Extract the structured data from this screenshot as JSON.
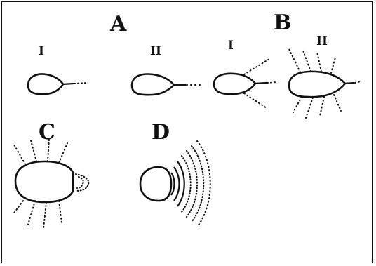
{
  "panels": [
    {
      "id": "A",
      "label": "A",
      "sublabels": [
        "I",
        "II"
      ]
    },
    {
      "id": "B",
      "label": "B",
      "sublabels": [
        "I",
        "II"
      ]
    },
    {
      "id": "C",
      "label": "C"
    },
    {
      "id": "D",
      "label": "D"
    }
  ],
  "colors": {
    "ink": "#111111",
    "background": "#ffffff"
  }
}
